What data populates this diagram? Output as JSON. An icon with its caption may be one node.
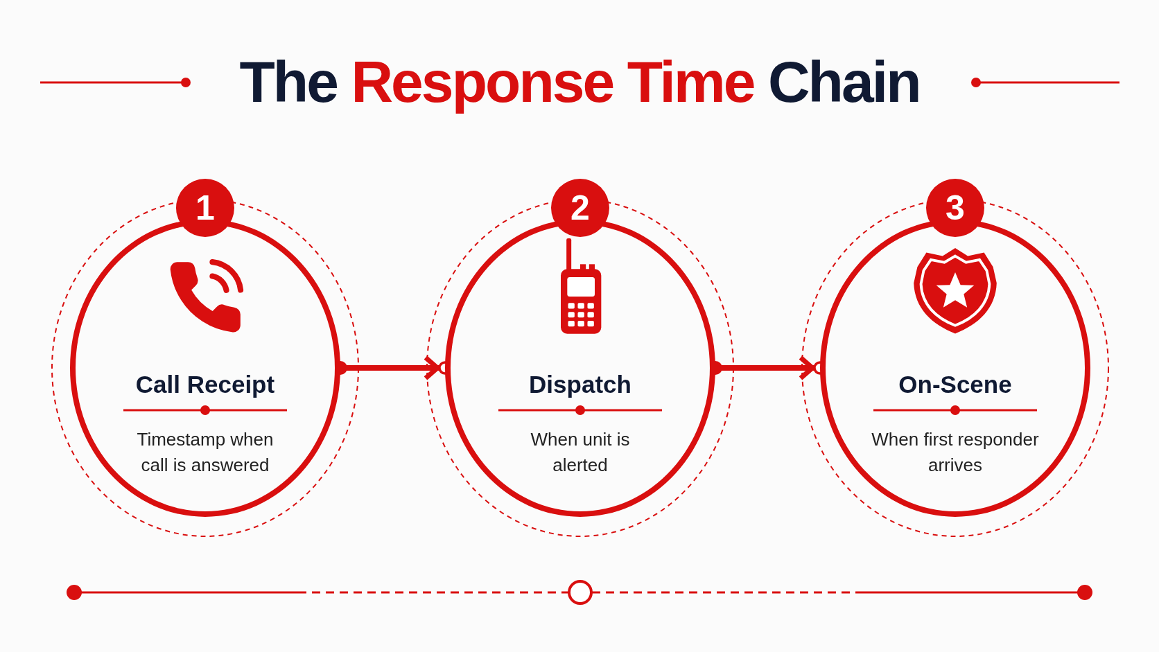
{
  "diagram": {
    "title": "The **Response Time** Chain",
    "nodes": [
      {
        "text": [
          "1"
        ]
      },
      {
        "text": [
          "Call Receipt",
          "Timestamp when call is answered"
        ]
      },
      {
        "text": [
          "2"
        ]
      },
      {
        "text": [
          "Dispatch",
          "When unit is alerted"
        ]
      },
      {
        "text": [
          "3"
        ]
      },
      {
        "text": [
          "On-Scene",
          "When first responder arrives"
        ]
      }
    ],
    "edges": [
      {
        "from": 1,
        "to": 3,
        "arrow": "to"
      },
      {
        "from": 3,
        "to": 5,
        "arrow": "to"
      }
    ]
  }
}
